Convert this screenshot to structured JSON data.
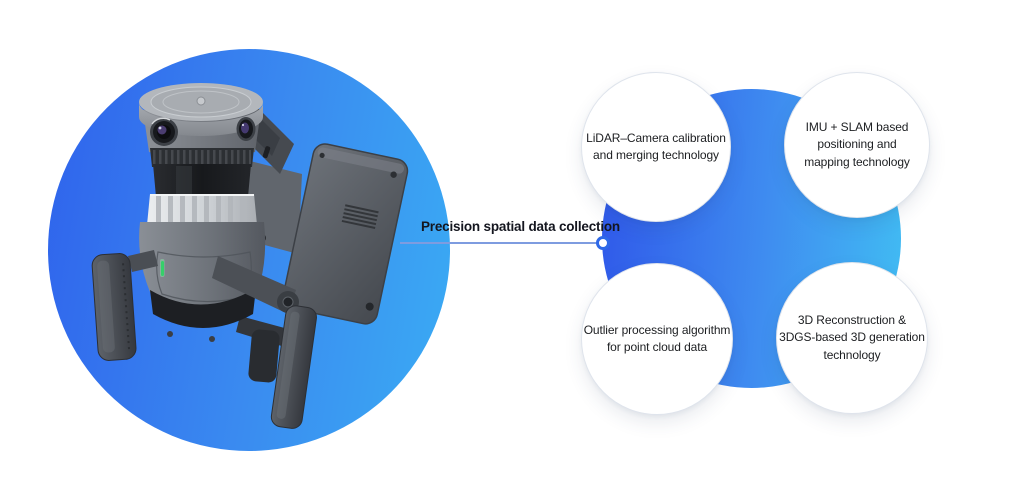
{
  "hero": {
    "device": "handheld-3d-lidar-scanner",
    "circle_gradient": [
      "#2f62ec",
      "#3aacf4"
    ],
    "status_led_color": "#35d06a"
  },
  "connector": {
    "label": "Precision spatial data collection",
    "line_color": "#7e9ce0",
    "dot_ring_color": "#2e69e8"
  },
  "features": {
    "cluster_gradient": [
      "#2f57e9",
      "#41bdf3"
    ],
    "items": [
      {
        "id": "lidar-camera-calibration",
        "lines": [
          "LiDAR–Camera calibration",
          "and merging technology"
        ]
      },
      {
        "id": "imu-slam-positioning",
        "lines": [
          "IMU + SLAM based",
          "positioning and",
          "mapping technology"
        ]
      },
      {
        "id": "outlier-processing",
        "lines": [
          "Outlier processing algorithm",
          "for point cloud data"
        ]
      },
      {
        "id": "3d-reconstruction-3dgs",
        "lines": [
          "3D Reconstruction &",
          "3DGS-based 3D generation",
          "technology"
        ]
      }
    ]
  }
}
